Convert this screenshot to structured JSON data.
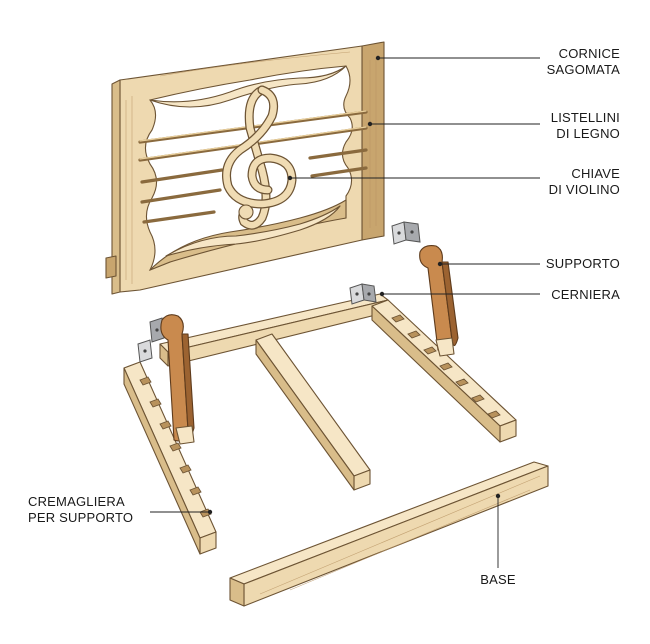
{
  "labels": {
    "cornice_line1": "CORNICE",
    "cornice_line2": "SAGOMATA",
    "listellini_line1": "LISTELLINI",
    "listellini_line2": "DI LEGNO",
    "chiave_line1": "CHIAVE",
    "chiave_line2": "DI VIOLINO",
    "supporto": "SUPPORTO",
    "cerniera": "CERNIERA",
    "cremagliera_line1": "CREMAGLIERA",
    "cremagliera_line2": "PER SUPPORTO",
    "base": "BASE"
  }
}
